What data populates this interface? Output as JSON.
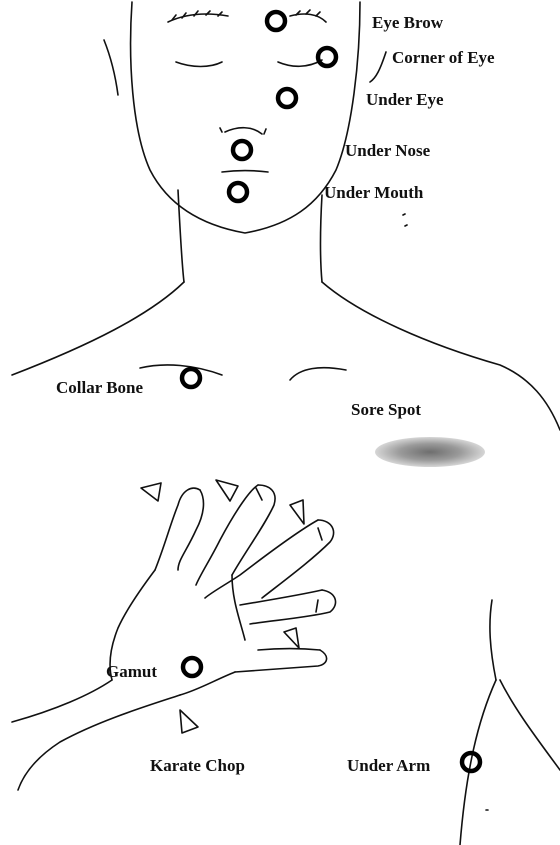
{
  "labels": {
    "eye_brow": "Eye Brow",
    "corner_of_eye": "Corner of Eye",
    "under_eye": "Under Eye",
    "under_nose": "Under Nose",
    "under_mouth": "Under Mouth",
    "collar_bone": "Collar Bone",
    "sore_spot": "Sore Spot",
    "gamut": "Gamut",
    "karate_chop": "Karate Chop",
    "under_arm": "Under Arm"
  },
  "colors": {
    "line": "#111111",
    "marker": "#000000",
    "sore_spot_center": "#6e6e6e",
    "sore_spot_edge": "#d6d6d6"
  },
  "icons": {
    "tap_point": "ring-marker",
    "finger_point": "triangle-marker"
  }
}
